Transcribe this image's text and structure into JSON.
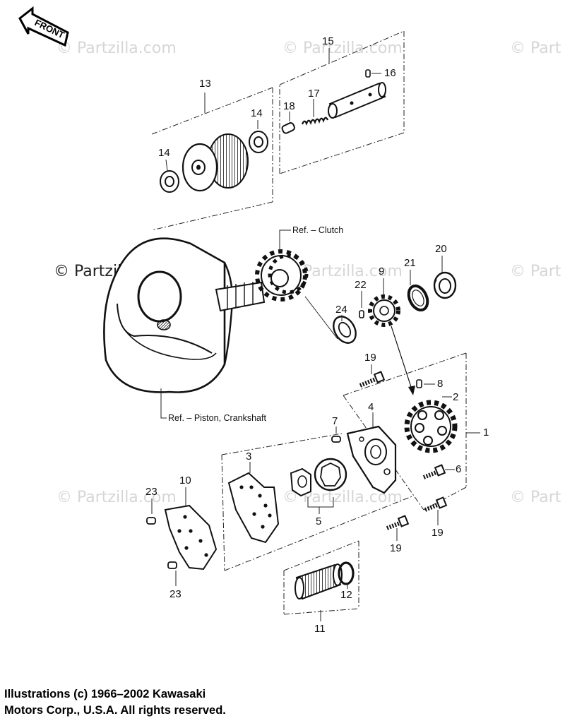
{
  "front_label": "FRONT",
  "watermark": "© Partzilla.com",
  "watermark_partial": "© Part",
  "labels": {
    "p1": "1",
    "p2": "2",
    "p3": "3",
    "p4": "4",
    "p5": "5",
    "p6": "6",
    "p7": "7",
    "p8": "8",
    "p9": "9",
    "p10": "10",
    "p11": "11",
    "p12": "12",
    "p13": "13",
    "p14a": "14",
    "p14b": "14",
    "p15": "15",
    "p16": "16",
    "p17": "17",
    "p18": "18",
    "p19a": "19",
    "p19b": "19",
    "p19c": "19",
    "p20": "20",
    "p21": "21",
    "p22": "22",
    "p23a": "23",
    "p23b": "23",
    "p24": "24"
  },
  "references": {
    "clutch": "Ref. – Clutch",
    "crank": "Ref. – Piston, Crankshaft"
  },
  "copyright": {
    "line1": "Illustrations (c) 1966–2002 Kawasaki",
    "line2": "Motors Corp., U.S.A.  All rights reserved."
  }
}
